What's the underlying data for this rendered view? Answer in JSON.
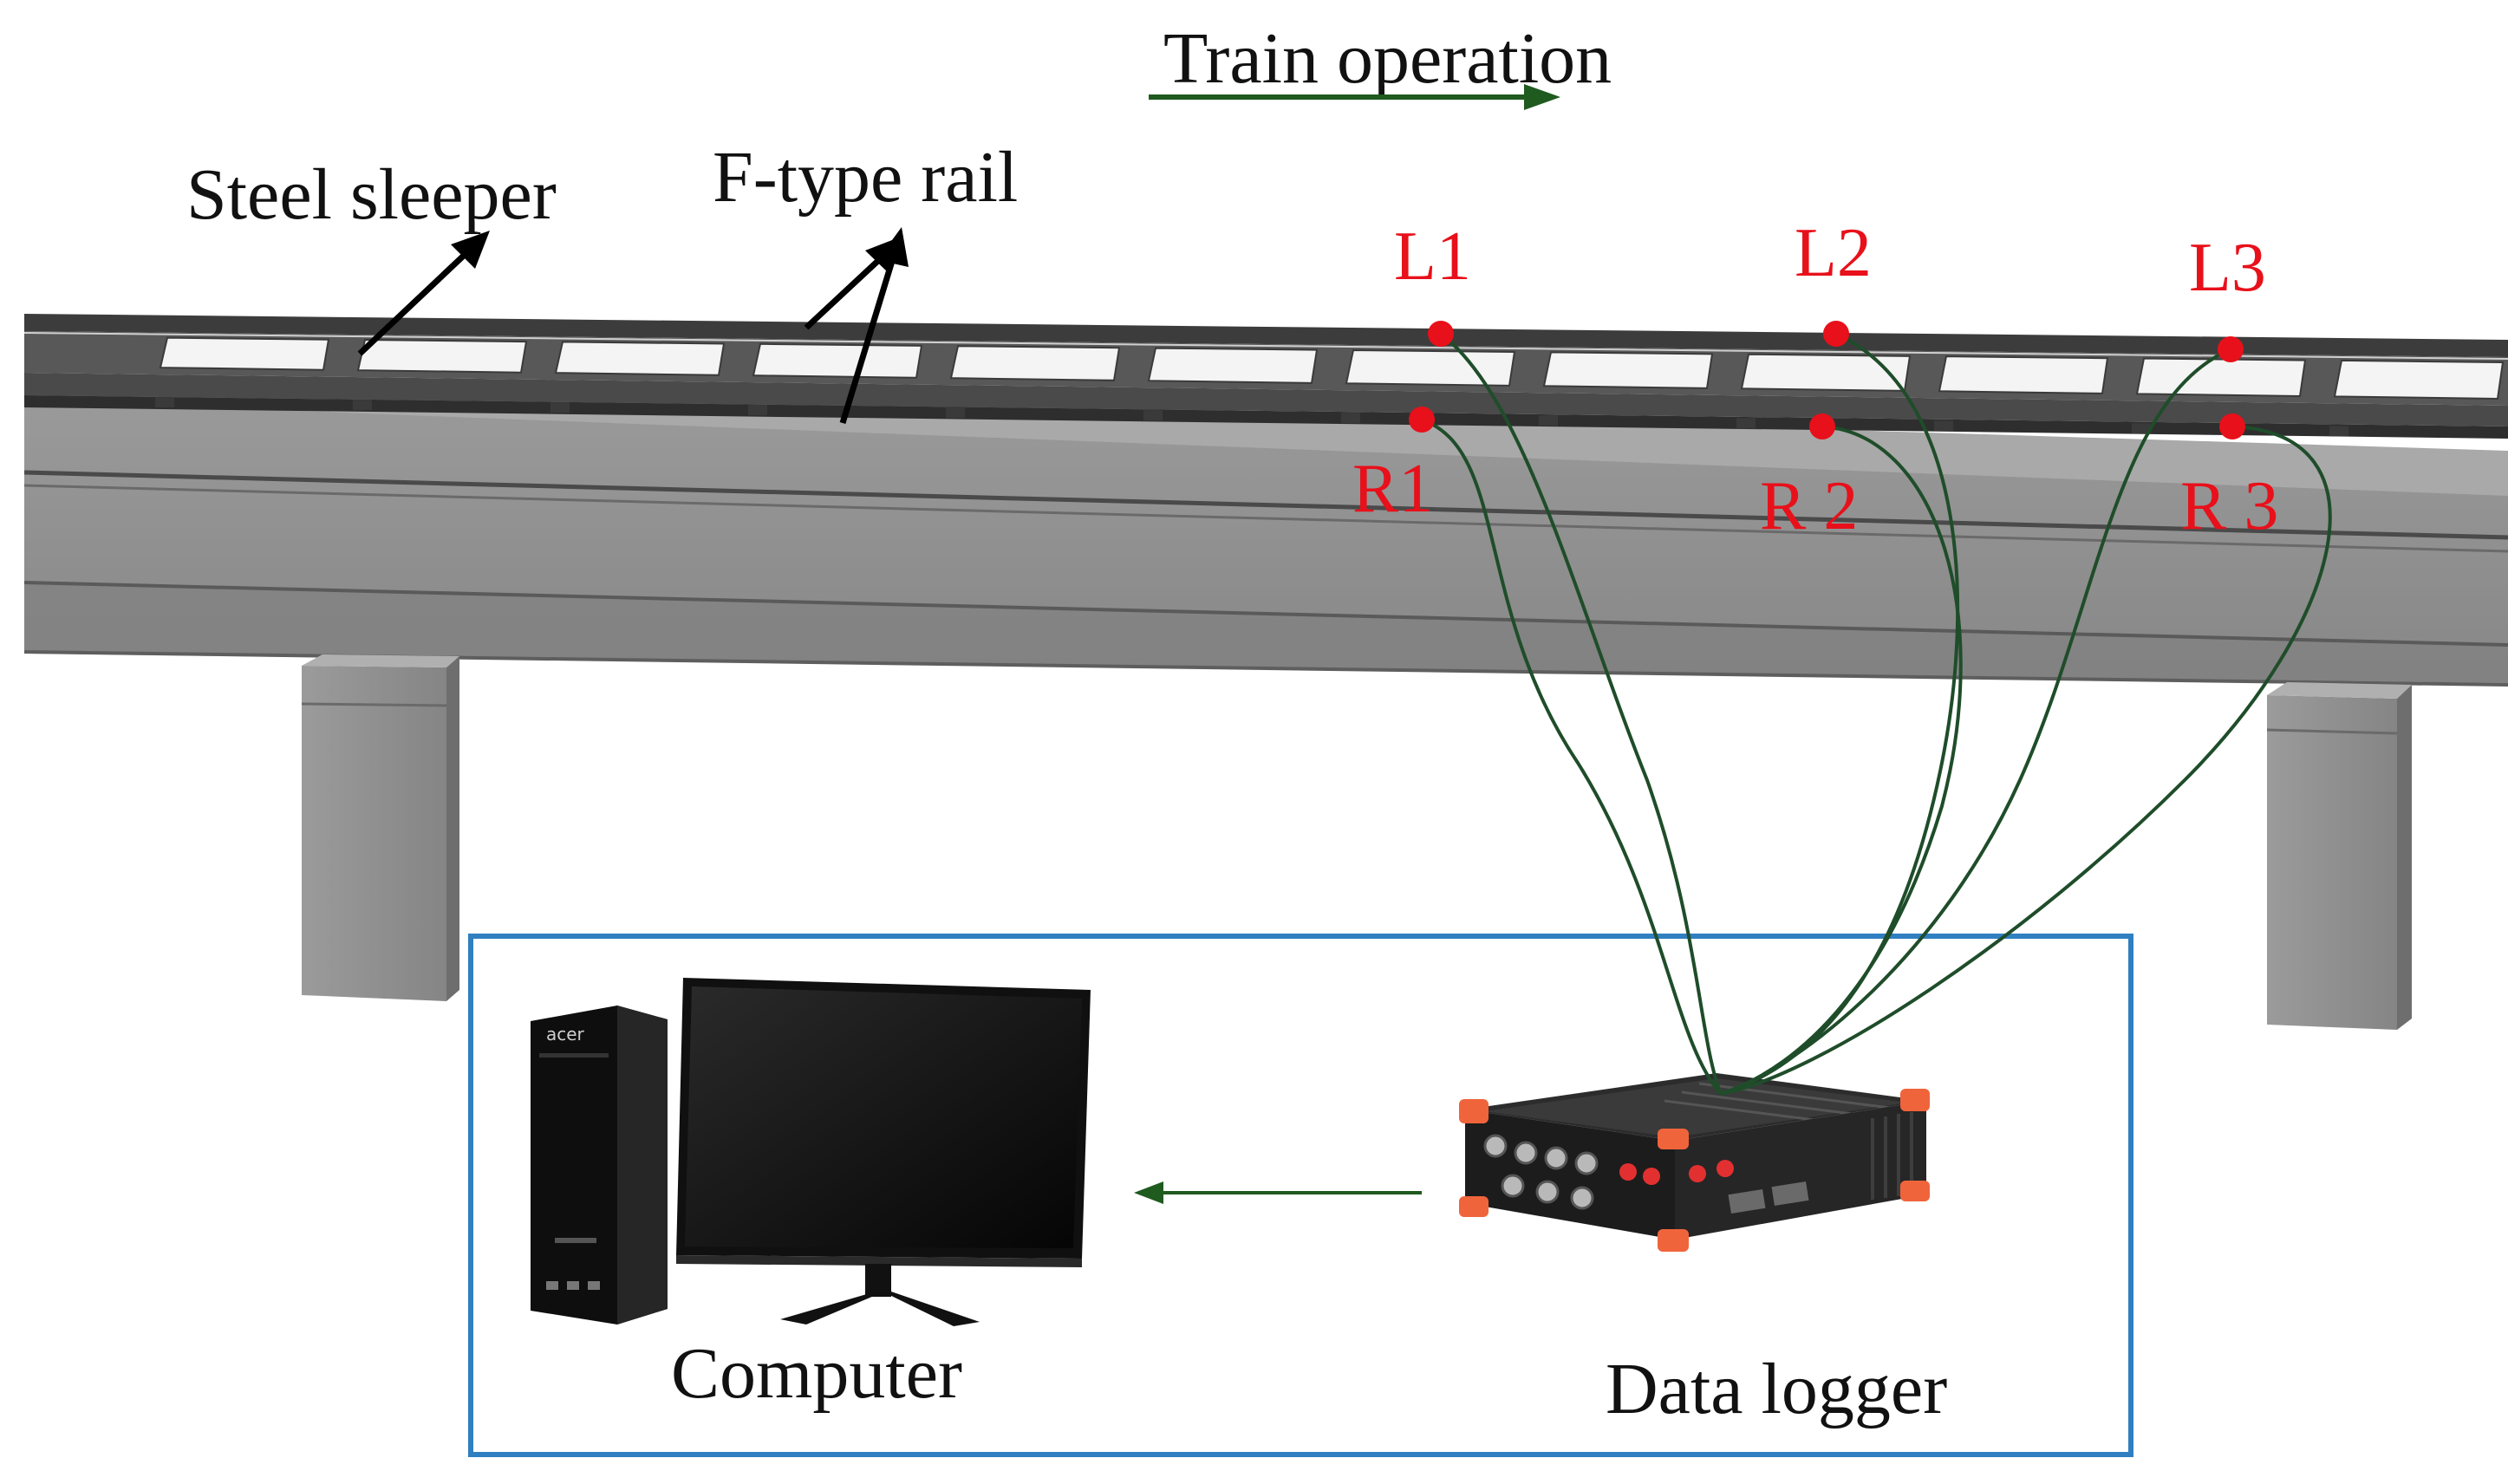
{
  "labels": {
    "train_operation": "Train operation",
    "steel_sleeper": "Steel sleeper",
    "f_type_rail": "F-type rail",
    "computer": "Computer",
    "data_logger": "Data logger",
    "monitor_brand": "acer"
  },
  "sensors": {
    "L1": "L1",
    "L2": "L2",
    "L3": "L3",
    "R1": "R1",
    "R2": "R 2",
    "R3": "R 3"
  },
  "colors": {
    "sensor": "#e8101a",
    "sensor_text": "#e8101a",
    "wire": "#1f4d2a",
    "arrow_train": "#1f5a1f",
    "frame": "#2f7fc1",
    "beam": "#8e8e8e",
    "beam_dark": "#6e6e6e",
    "text": "#111111"
  },
  "icons": {
    "computer": "desktop-computer-icon",
    "data_logger": "data-logger-icon"
  }
}
